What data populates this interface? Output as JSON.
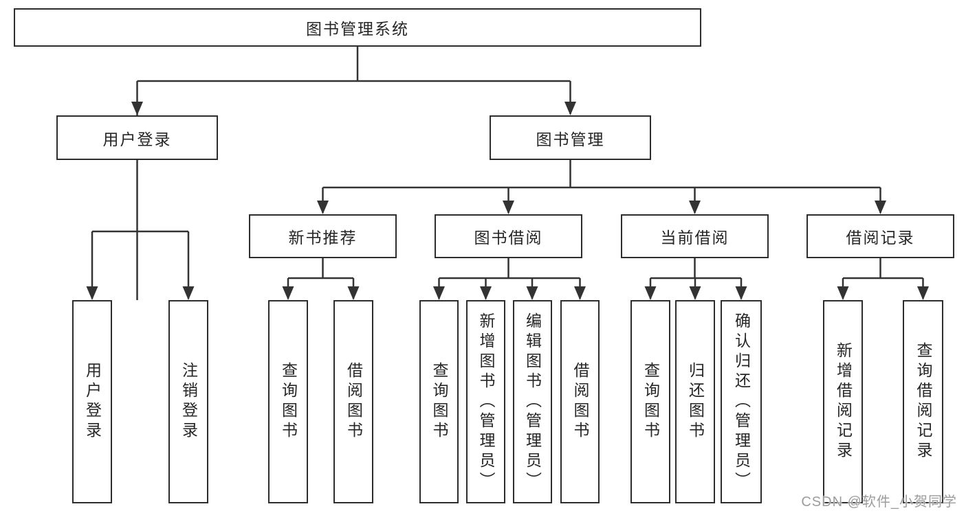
{
  "tree": {
    "root": "图书管理系统",
    "branches": [
      {
        "label": "用户登录",
        "children": [
          "用户登录",
          "注销登录"
        ]
      },
      {
        "label": "图书管理",
        "groups": [
          {
            "label": "新书推荐",
            "children": [
              "查询图书",
              "借阅图书"
            ]
          },
          {
            "label": "图书借阅",
            "children": [
              "查询图书",
              "新增图书（管理员）",
              "编辑图书（管理员）",
              "借阅图书"
            ]
          },
          {
            "label": "当前借阅",
            "children": [
              "查询图书",
              "归还图书",
              "确认归还（管理员）"
            ]
          },
          {
            "label": "借阅记录",
            "children": [
              "新增借阅记录",
              "查询借阅记录"
            ]
          }
        ]
      }
    ]
  },
  "watermark": "CSDN @软件_小贺同学",
  "colors": {
    "line": "#333333",
    "border": "#2d2d2d",
    "text": "#262626",
    "background": "#ffffff",
    "watermark": "#9c9c9c"
  }
}
